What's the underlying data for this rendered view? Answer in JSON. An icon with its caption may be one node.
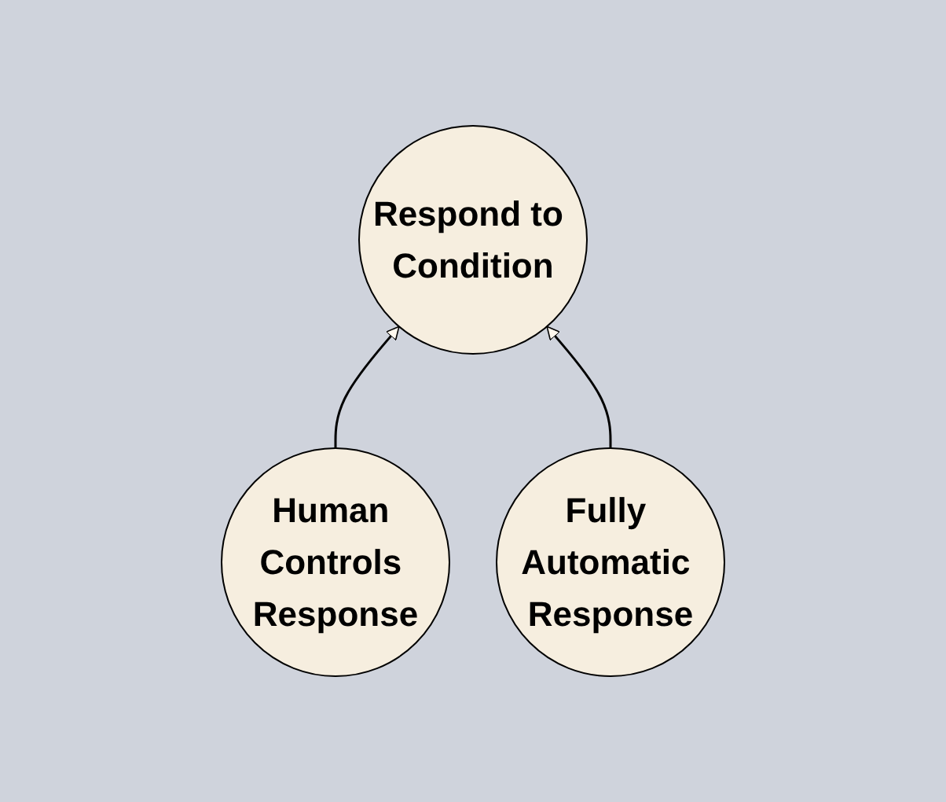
{
  "diagram": {
    "nodes": [
      {
        "text": [
          "Respond to Condition"
        ]
      },
      {
        "text": [
          "Human Controls Response"
        ]
      },
      {
        "text": [
          "Fully Automatic Response"
        ]
      }
    ],
    "edges": [
      {
        "from": 1,
        "to": 0,
        "arrow": "to"
      },
      {
        "from": 2,
        "to": 0,
        "arrow": "to"
      }
    ]
  }
}
